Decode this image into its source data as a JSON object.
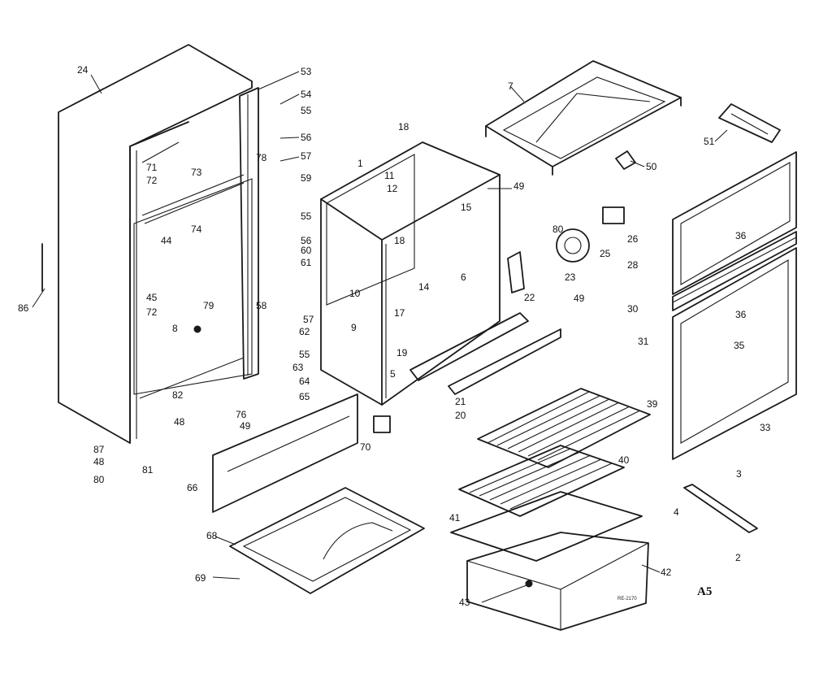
{
  "diagram": {
    "page_tag": "A5",
    "drawing_number": "RE-2170",
    "callouts": [
      "24",
      "53",
      "54",
      "55",
      "56",
      "57",
      "78",
      "59",
      "55",
      "56",
      "60",
      "61",
      "71",
      "72",
      "73",
      "74",
      "44",
      "45",
      "72",
      "79",
      "8",
      "58",
      "57",
      "62",
      "55",
      "63",
      "64",
      "65",
      "82",
      "76",
      "49",
      "48",
      "87",
      "48",
      "80",
      "81",
      "66",
      "1",
      "18",
      "11",
      "12",
      "18",
      "14",
      "10",
      "9",
      "17",
      "19",
      "5",
      "21",
      "20",
      "70",
      "49",
      "15",
      "6",
      "22",
      "49",
      "80",
      "25",
      "23",
      "26",
      "7",
      "50",
      "51",
      "28",
      "36",
      "30",
      "36",
      "31",
      "35",
      "33",
      "39",
      "40",
      "41",
      "42",
      "43",
      "3",
      "4",
      "2",
      "68",
      "69",
      "86"
    ]
  }
}
